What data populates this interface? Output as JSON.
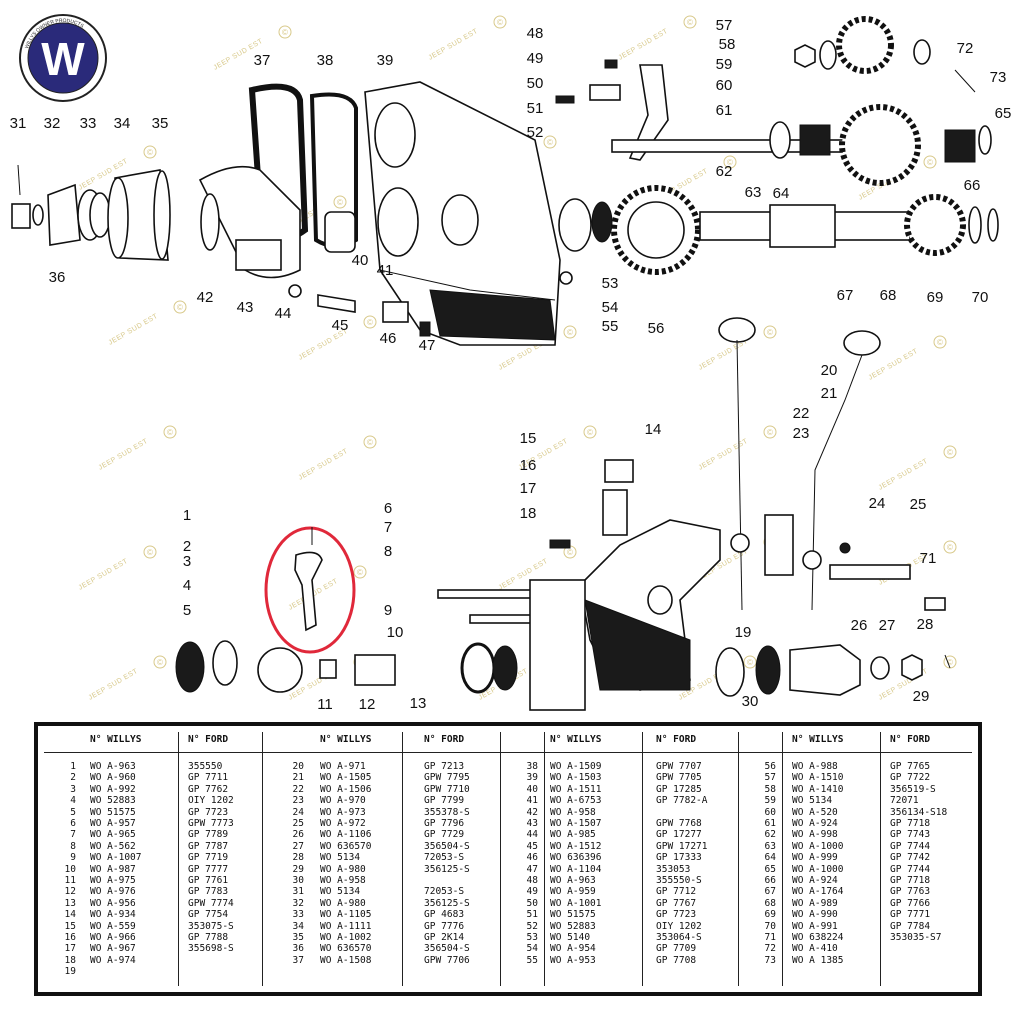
{
  "logo": {
    "letter": "W",
    "ring_text": "WILLYS OWNER PRODUCTS"
  },
  "watermark": {
    "text": "JEEP SUD EST",
    "symbol": "©"
  },
  "highlight_color": "#e0283a",
  "callouts": {
    "top": [
      "31",
      "32",
      "33",
      "34",
      "35",
      "36",
      "37",
      "38",
      "39",
      "40",
      "41",
      "42",
      "43",
      "44",
      "45",
      "46",
      "47",
      "48",
      "49",
      "50",
      "51",
      "52",
      "53",
      "54",
      "55",
      "56",
      "57",
      "58",
      "59",
      "60",
      "61",
      "62",
      "63",
      "64",
      "65",
      "66",
      "67",
      "68",
      "69",
      "70",
      "72",
      "73"
    ],
    "bottom": [
      "1",
      "2",
      "3",
      "4",
      "5",
      "6",
      "7",
      "8",
      "9",
      "10",
      "11",
      "12",
      "13",
      "14",
      "15",
      "16",
      "17",
      "18",
      "19",
      "20",
      "21",
      "22",
      "23",
      "24",
      "25",
      "26",
      "27",
      "28",
      "29",
      "30",
      "71"
    ]
  },
  "table": {
    "headers": {
      "num": "",
      "willys": "N° WILLYS",
      "ford": "N° FORD"
    },
    "columns": [
      {
        "nums": [
          "1",
          "2",
          "3",
          "4",
          "5",
          "6",
          "7",
          "8",
          "9",
          "10",
          "11",
          "12",
          "13",
          "14",
          "15",
          "16",
          "17",
          "18",
          "19"
        ],
        "willys": [
          "WO A-963",
          "WO A-960",
          "WO A-992",
          "WO 52883",
          "WO 51575",
          "WO A-957",
          "WO A-965",
          "WO A-562",
          "WO A-1007",
          "WO A-987",
          "WO A-975",
          "WO A-976",
          "WO A-956",
          "WO A-934",
          "WO A-559",
          "WO A-966",
          "WO A-967",
          "WO A-974",
          ""
        ],
        "ford": [
          "355550",
          "GP 7711",
          "GP 7762",
          "OIY 1202",
          "GP 7723",
          "GPW 7773",
          "GP 7789",
          "GP 7787",
          "GP 7719",
          "GP 7777",
          "GP 7761",
          "GP 7783",
          "GPW 7774",
          "GP 7754",
          "353075-S",
          "GP 7788",
          "355698-S",
          "",
          ""
        ]
      },
      {
        "nums": [
          "20",
          "21",
          "22",
          "23",
          "24",
          "25",
          "26",
          "27",
          "28",
          "29",
          "30",
          "31",
          "32",
          "33",
          "34",
          "35",
          "36",
          "37"
        ],
        "willys": [
          "WO A-971",
          "WO A-1505",
          "WO A-1506",
          "WO A-970",
          "WO A-973",
          "WO A-972",
          "WO A-1106",
          "WO 636570",
          "WO 5134",
          "WO A-980",
          "WO A-958",
          "WO 5134",
          "WO A-980",
          "WO A-1105",
          "WO A-1111",
          "WO A-1002",
          "WO 636570",
          "WO A-1508"
        ],
        "ford": [
          "GP 7213",
          "GPW 7795",
          "GPW 7710",
          "GP 7799",
          "355378-S",
          "GP 7796",
          "GP 7729",
          "356504-S",
          "72053-S",
          "356125-S",
          "",
          "72053-S",
          "356125-S",
          "GP 4683",
          "GP 7776",
          "GP 2K14",
          "356504-S",
          "GPW 7706"
        ]
      },
      {
        "nums": [
          "38",
          "39",
          "40",
          "41",
          "42",
          "43",
          "44",
          "45",
          "46",
          "47",
          "48",
          "49",
          "50",
          "51",
          "52",
          "53",
          "54",
          "55"
        ],
        "willys": [
          "WO A-1509",
          "WO A-1503",
          "WO A-1511",
          "WO A-6753",
          "WO A-958",
          "WO A-1507",
          "WO A-985",
          "WO A-1512",
          "WO 636396",
          "WO A-1104",
          "WO A-963",
          "WO A-959",
          "WO A-1001",
          "WO 51575",
          "WO 52883",
          "WO 5140",
          "WO A-954",
          "WO A-953"
        ],
        "ford": [
          "GPW 7707",
          "GPW 7705",
          "GP 17285",
          "GP 7782-A",
          "",
          "GPW 7768",
          "GP 17277",
          "GPW 17271",
          "GP 17333",
          "353053",
          "355550-S",
          "GP 7712",
          "GP 7767",
          "GP 7723",
          "OIY 1202",
          "353064-S",
          "GP 7709",
          "GP 7708"
        ]
      },
      {
        "nums": [
          "56",
          "57",
          "58",
          "59",
          "60",
          "61",
          "62",
          "63",
          "64",
          "65",
          "66",
          "67",
          "68",
          "69",
          "70",
          "71",
          "72",
          "73"
        ],
        "willys": [
          "WO A-988",
          "WO A-1510",
          "WO A-1410",
          "WO 5134",
          "WO A-520",
          "WO A-924",
          "WO A-998",
          "WO A-1000",
          "WO A-999",
          "WO A-1000",
          "WO A-924",
          "WO A-1764",
          "WO A-989",
          "WO A-990",
          "WO A-991",
          "WO 638224",
          "WO A-410",
          "WO A 1385"
        ],
        "ford": [
          "GP 7765",
          "GP 7722",
          "356519-S",
          "72071",
          "356134-S18",
          "GP 7718",
          "GP 7743",
          "GP 7744",
          "GP 7742",
          "GP 7744",
          "GP 7718",
          "GP 7763",
          "GP 7766",
          "GP 7771",
          "GP 7784",
          "353035-S7",
          "",
          ""
        ]
      }
    ]
  }
}
